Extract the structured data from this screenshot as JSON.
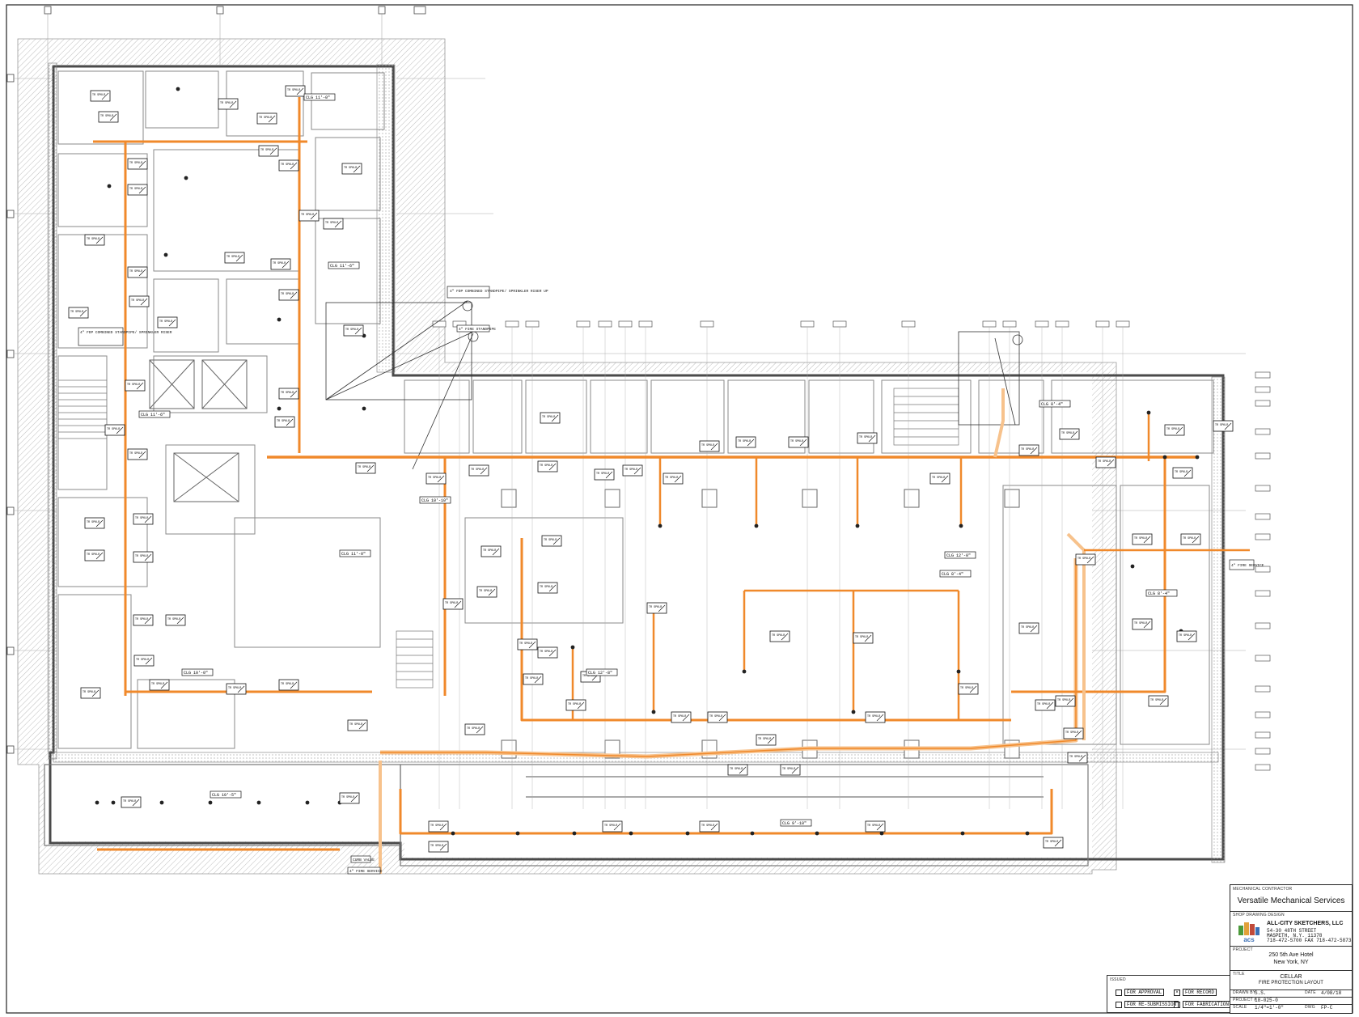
{
  "drawing": {
    "grid_bubbles_top": [
      "",
      "",
      "",
      ""
    ],
    "area_tags": [
      "CLG 11'-0\"",
      "CLG 11'-6\"",
      "CLG 11'-6\"",
      "CLG 11'-0\"",
      "CLG 10'-0\"",
      "CLG 12'-8\"",
      "CLG 8'-4\"",
      "CLG 8'-4\"",
      "CLG 12'-0\"",
      "CLG 8'-4\"",
      "CLG 10'-5\"",
      "CLG 9'-10\"",
      "CLG 10'-10\""
    ],
    "sprinkler_label": "TR SPKLR",
    "notes": [
      "4\" FDP COMBINED STANDPIPE/ SPRINKLER RISER UP",
      "4\" FIRE STANDPIPE",
      "4\" FDP COMBINED STANDPIPE/ SPRINKLER RISER",
      "4\" FIRE SERVICE",
      "CURB VALVE",
      "4\" FIRE SERVICE"
    ]
  },
  "title_block": {
    "mech_caption": "MECHANICAL CONTRACTOR",
    "mech_name": "Versatile Mechanical Services",
    "shop_caption": "SHOP DRAWING DESIGN",
    "company": "ALL-CITY SKETCHERS, LLC",
    "address1": "54-30 48TH STREET",
    "address2": "MASPETH, N.Y. 11378",
    "phone": "718-472-5700   FAX 718-472-5873",
    "logo_text": "acs",
    "project_caption": "PROJECT",
    "project_line1": "250 5th Ave Hotel",
    "project_line2": "New York, NY",
    "title_caption": "TITLE",
    "title_line1": "CELLAR",
    "title_line2": "FIRE PROTECTION LAYOUT",
    "drawn_by_caption": "DRAWN BY",
    "drawn_by": "S.S.",
    "date_caption": "DATE",
    "date": "4/08/18",
    "project_no_caption": "PROJECT #",
    "project_no": "18-025-0",
    "scale_caption": "SCALE",
    "scale": "1/4\"=1'-0\"",
    "dwg_caption": "DWG",
    "dwg": "FP-C"
  },
  "issued": {
    "caption": "ISSUED",
    "options": [
      {
        "label": "FOR APPROVAL",
        "checked": false
      },
      {
        "label": "FOR RECORD",
        "checked": true
      },
      {
        "label": "FOR RE-SUBMISSION",
        "checked": false
      },
      {
        "label": "FOR FABRICATION",
        "checked": false
      }
    ]
  },
  "colors": {
    "pipe": "#f0892b",
    "pipe_light": "#f7c28c",
    "wall": "#4a4a4a",
    "line": "#7a7a7a",
    "hatch": "#bdbdbd"
  }
}
